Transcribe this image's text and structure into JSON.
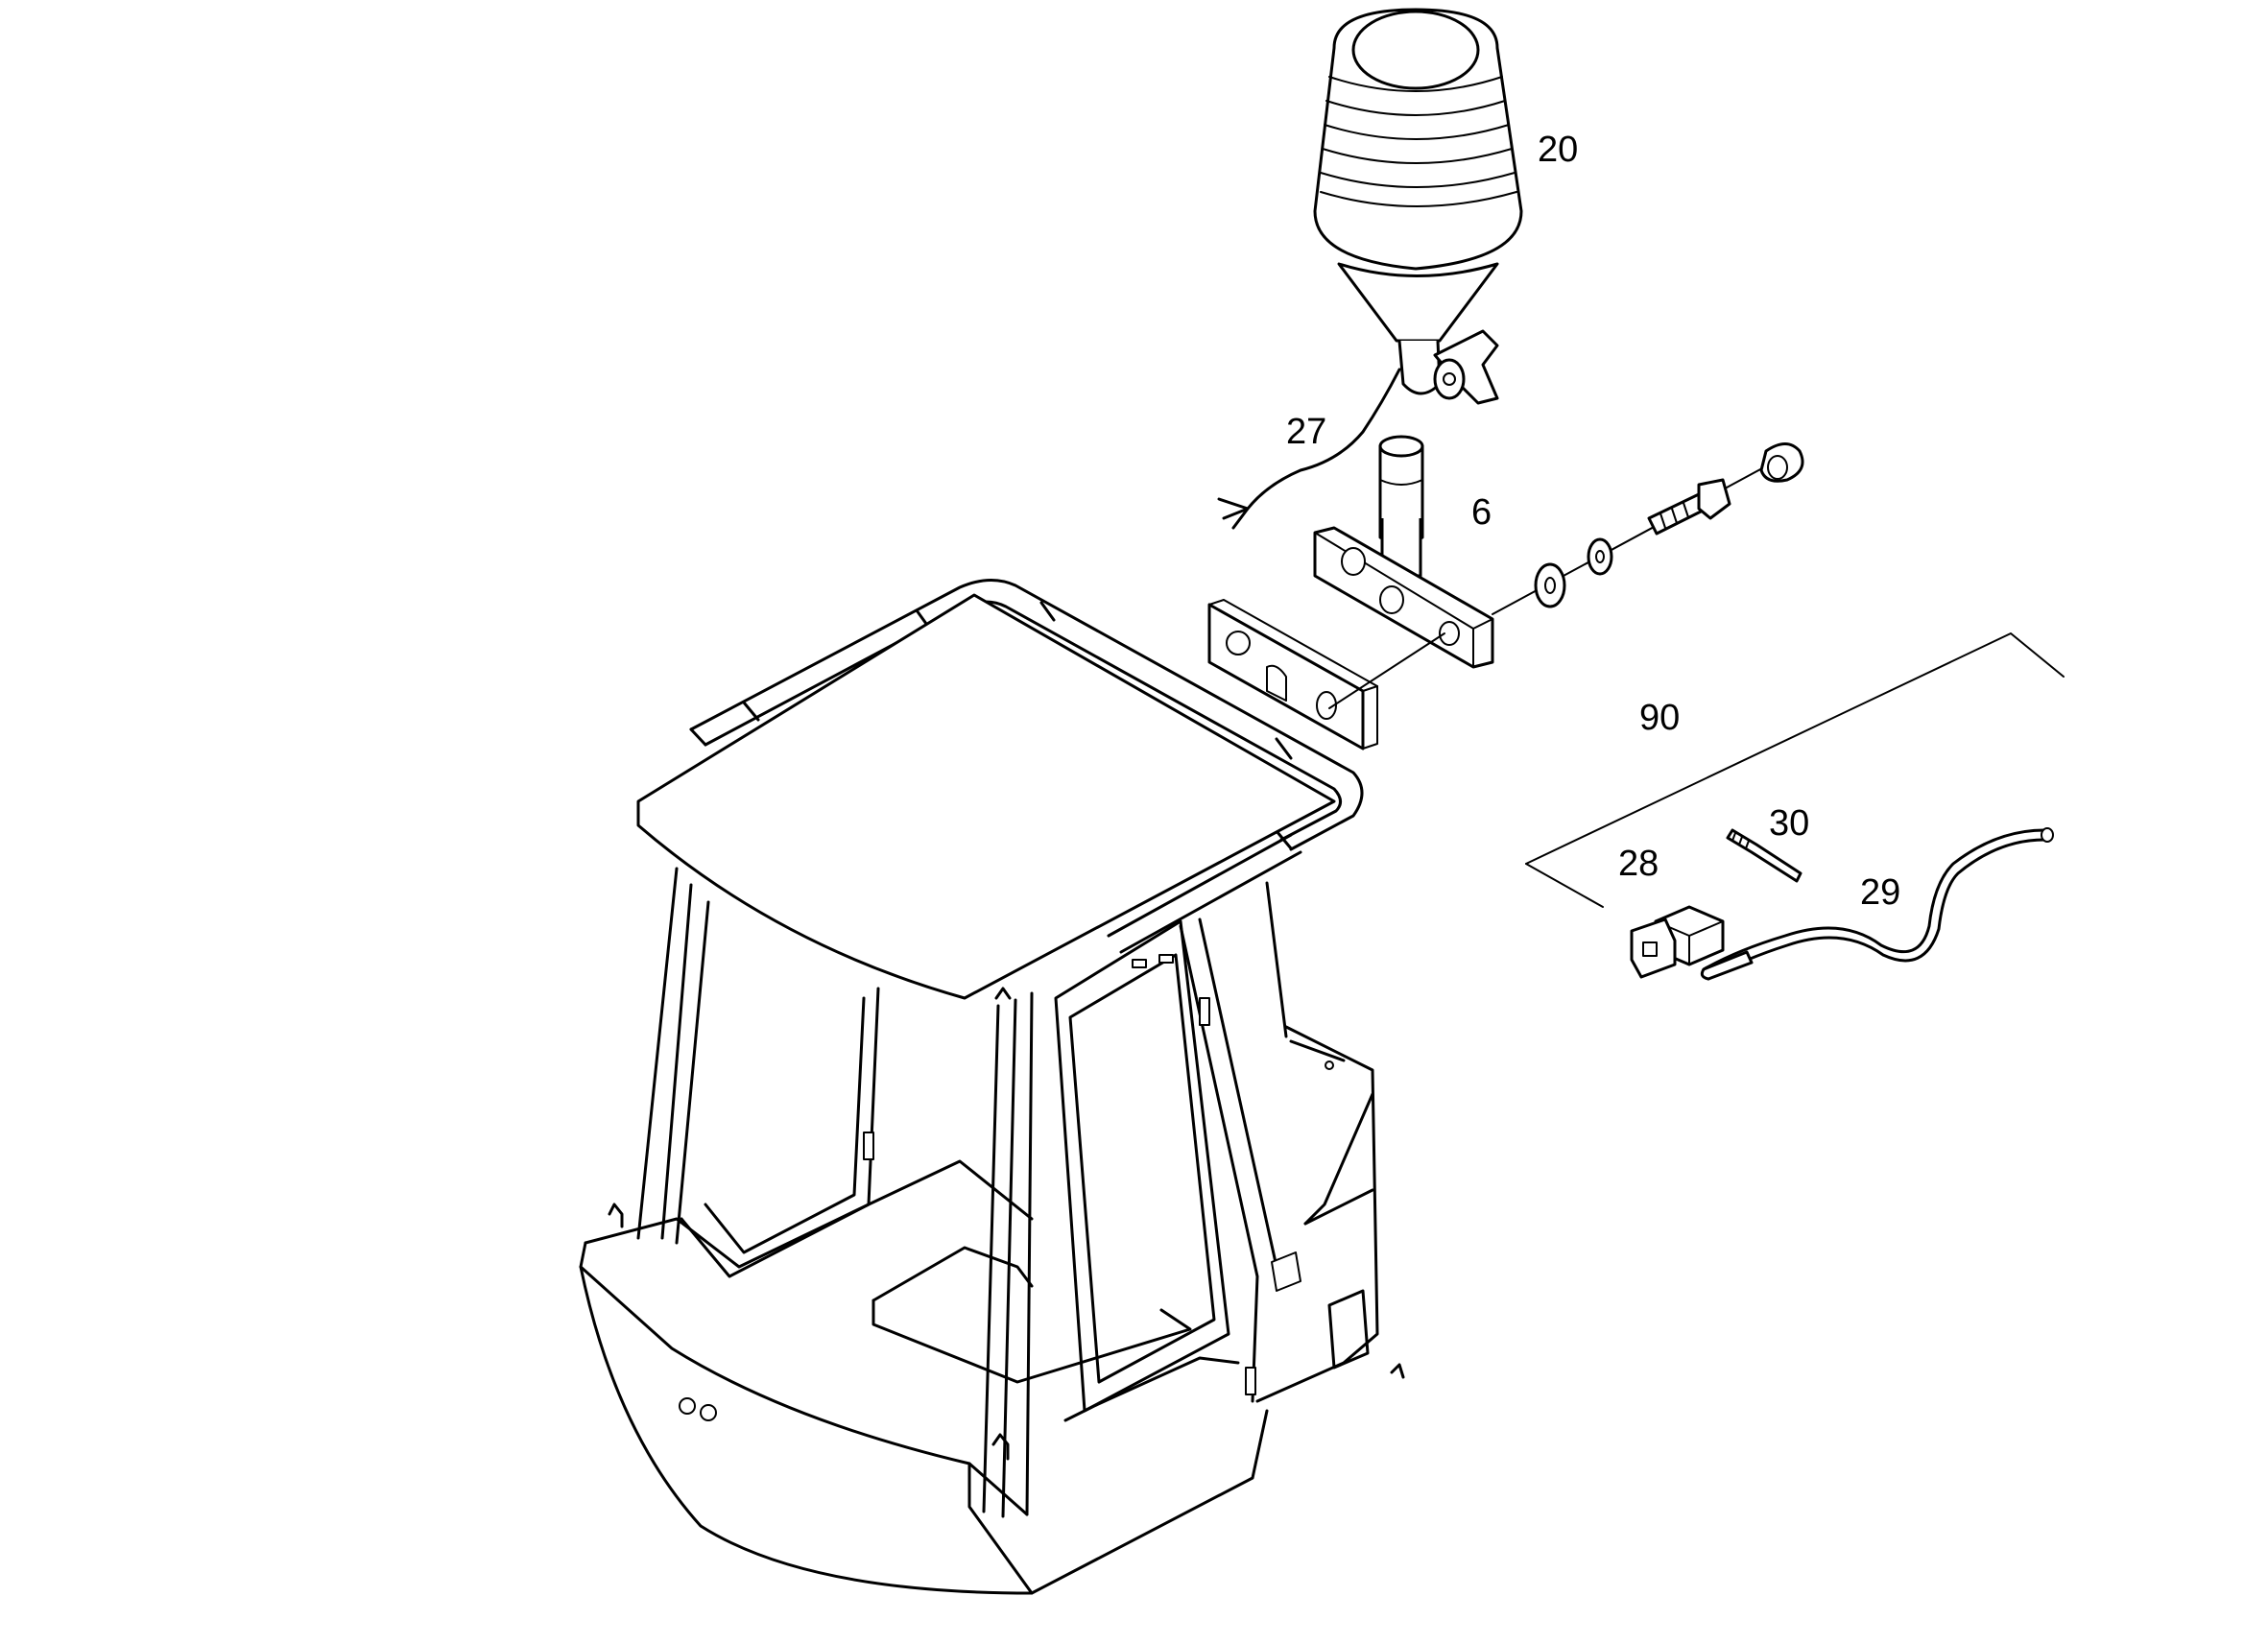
{
  "callouts": {
    "lamp": "20",
    "cable": "27",
    "post": "6",
    "kit": "90",
    "pin": "30",
    "plug": "28",
    "hose": "29"
  }
}
